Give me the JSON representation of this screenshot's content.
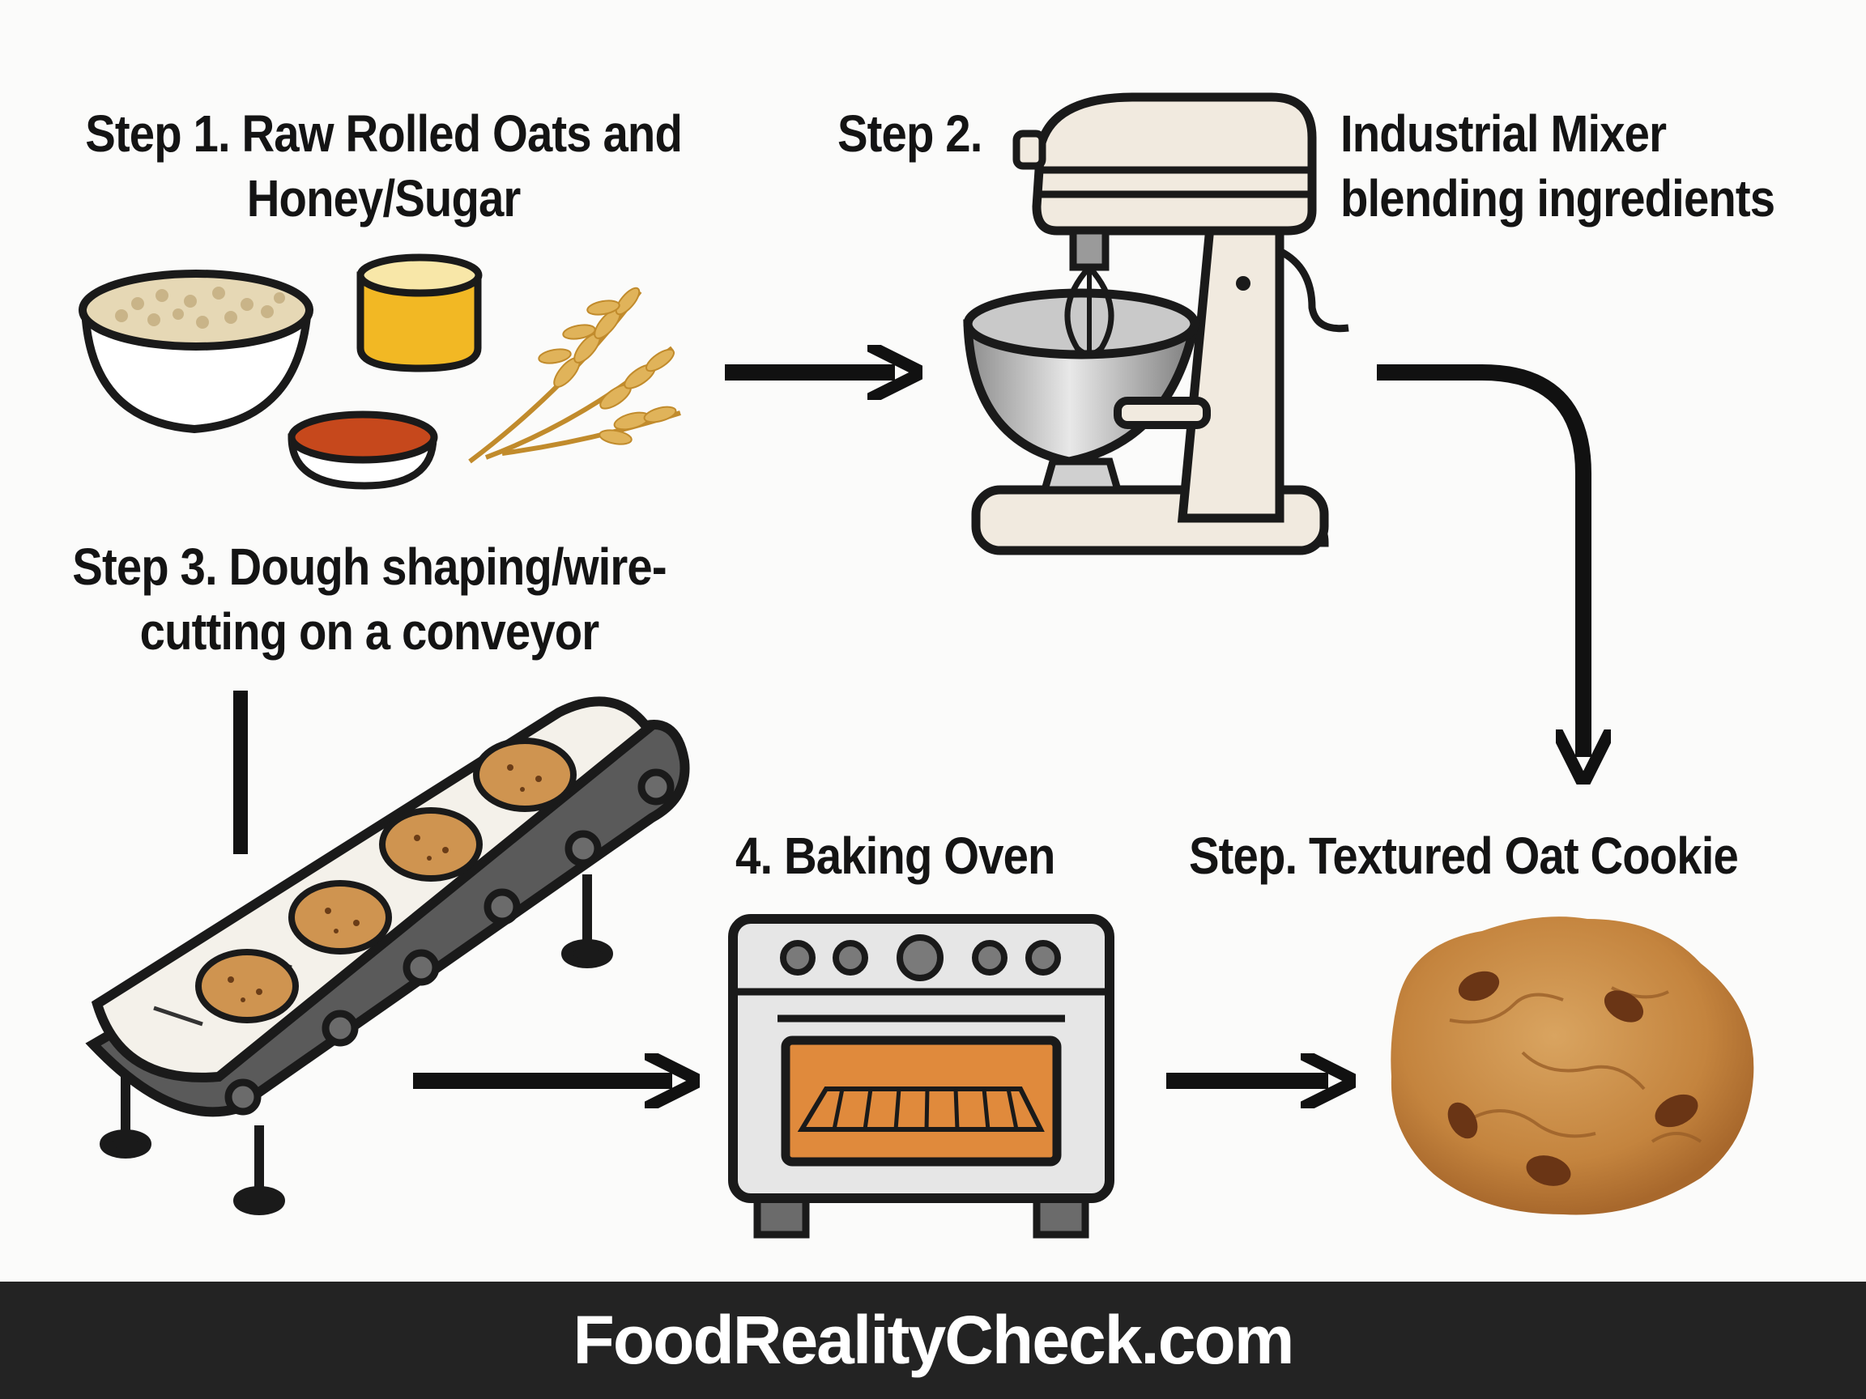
{
  "steps": {
    "step1": {
      "line1": "Step 1. Raw Rolled Oats and",
      "line2": "Honey/Sugar"
    },
    "step2": {
      "label": "Step 2."
    },
    "mixer": {
      "line1": "Industrial Mixer",
      "line2": "blending ingredients"
    },
    "step3": {
      "line1": "Step 3. Dough shaping/wire-",
      "line2": "cutting on a conveyor"
    },
    "oven": {
      "label": "4. Baking Oven"
    },
    "final": {
      "label": "Step. Textured Oat Cookie"
    }
  },
  "footer": {
    "text": "FoodRealityCheck.com"
  },
  "icons": [
    "oat-bowl-icon",
    "honey-jar-icon",
    "syrup-dish-icon",
    "wheat-icon",
    "stand-mixer-icon",
    "conveyor-belt-icon",
    "oven-icon",
    "oat-cookie-icon"
  ],
  "colors": {
    "background": "#fbfbfa",
    "footer": "#232323",
    "ink": "#141414",
    "honey": "#f2b824",
    "syrup": "#c6481c",
    "oven_window": "#e08a3c",
    "cookie": "#c98a45"
  }
}
